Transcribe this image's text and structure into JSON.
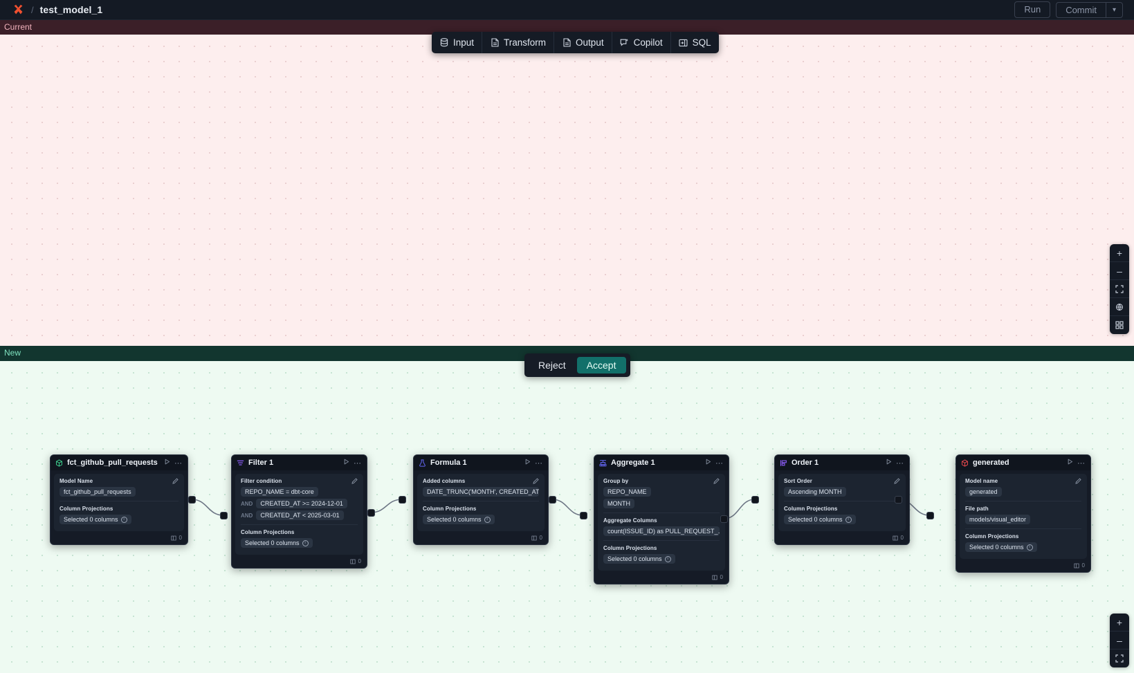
{
  "topbar": {
    "logo_icon": "app-logo-x-icon",
    "separator": "/",
    "title": "test_model_1",
    "run_label": "Run",
    "commit_label": "Commit",
    "commit_caret_icon": "chevron-down-icon"
  },
  "toolbar": {
    "items": [
      {
        "label": "Input",
        "icon": "database-icon"
      },
      {
        "label": "Transform",
        "icon": "document-icon"
      },
      {
        "label": "Output",
        "icon": "document-icon"
      },
      {
        "label": "Copilot",
        "icon": "sparkle-chat-icon"
      },
      {
        "label": "SQL",
        "icon": "sql-panel-icon"
      }
    ]
  },
  "panes": {
    "current": {
      "label": "Current",
      "band_color": "#3b1f28",
      "canvas_color": "#fdeeee"
    },
    "new": {
      "label": "New",
      "band_color": "#12362f",
      "canvas_color": "#eefaf2"
    }
  },
  "decision": {
    "reject_label": "Reject",
    "accept_label": "Accept",
    "accept_color": "#12706a"
  },
  "zoom_controls": {
    "top": [
      {
        "icon": "plus-icon",
        "glyph": "+"
      },
      {
        "icon": "minus-icon",
        "glyph": "–"
      },
      {
        "icon": "fit-view-icon",
        "glyph": "⛶"
      },
      {
        "icon": "lock-globe-icon",
        "glyph": "◍"
      },
      {
        "icon": "grid-icon",
        "glyph": "▦"
      }
    ],
    "bottom": [
      {
        "icon": "plus-icon",
        "glyph": "+"
      },
      {
        "icon": "minus-icon",
        "glyph": "–"
      },
      {
        "icon": "fit-view-icon",
        "glyph": "⛶"
      }
    ]
  },
  "graph": {
    "nodes": [
      {
        "id": "source",
        "title": "fct_github_pull_requests",
        "icon": "cube-green-icon",
        "icon_color": "#3ecf8e",
        "run_icon": "play-icon",
        "more_icon": "ellipsis-icon",
        "footer_count": "0",
        "footer_icon": "columns-icon",
        "sections": [
          {
            "label": "Model Name",
            "editable": true,
            "rows": [
              {
                "chips": [
                  {
                    "text": "fct_github_pull_requests"
                  }
                ]
              }
            ]
          },
          {
            "label": "Column Projections",
            "editable": false,
            "rows": [
              {
                "chips": [
                  {
                    "text": "Selected 0 columns",
                    "info": true
                  }
                ]
              }
            ]
          }
        ]
      },
      {
        "id": "filter",
        "title": "Filter 1",
        "icon": "filter-icon",
        "icon_color": "#8b5cf6",
        "run_icon": "play-icon",
        "more_icon": "ellipsis-icon",
        "footer_count": "0",
        "footer_icon": "columns-icon",
        "sections": [
          {
            "label": "Filter condition",
            "editable": true,
            "rows": [
              {
                "chips": [
                  {
                    "text": "REPO_NAME = dbt-core"
                  }
                ]
              },
              {
                "conj": "AND",
                "chips": [
                  {
                    "text": "CREATED_AT >= 2024-12-01"
                  }
                ]
              },
              {
                "conj": "AND",
                "chips": [
                  {
                    "text": "CREATED_AT < 2025-03-01"
                  }
                ]
              }
            ]
          },
          {
            "label": "Column Projections",
            "editable": false,
            "rows": [
              {
                "chips": [
                  {
                    "text": "Selected 0 columns",
                    "info": true
                  }
                ]
              }
            ]
          }
        ]
      },
      {
        "id": "formula",
        "title": "Formula 1",
        "icon": "flask-icon",
        "icon_color": "#6366f1",
        "run_icon": "play-icon",
        "more_icon": "ellipsis-icon",
        "footer_count": "0",
        "footer_icon": "columns-icon",
        "sections": [
          {
            "label": "Added columns",
            "editable": true,
            "rows": [
              {
                "chips": [
                  {
                    "text": "DATE_TRUNC('MONTH', CREATED_AT…"
                  }
                ]
              }
            ]
          },
          {
            "label": "Column Projections",
            "editable": false,
            "rows": [
              {
                "chips": [
                  {
                    "text": "Selected 0 columns",
                    "info": true
                  }
                ]
              }
            ]
          }
        ]
      },
      {
        "id": "aggregate",
        "title": "Aggregate 1",
        "icon": "aggregate-icon",
        "icon_color": "#6366f1",
        "run_icon": "play-icon",
        "more_icon": "ellipsis-icon",
        "footer_count": "0",
        "footer_icon": "columns-icon",
        "sections": [
          {
            "label": "Group by",
            "editable": true,
            "rows": [
              {
                "chips": [
                  {
                    "text": "REPO_NAME"
                  }
                ]
              },
              {
                "chips": [
                  {
                    "text": "MONTH"
                  }
                ]
              }
            ]
          },
          {
            "label": "Aggregate Columns",
            "editable": false,
            "rows": [
              {
                "chips": [
                  {
                    "text": "count(ISSUE_ID) as PULL_REQUEST_…"
                  }
                ]
              }
            ]
          },
          {
            "label": "Column Projections",
            "editable": false,
            "rows": [
              {
                "chips": [
                  {
                    "text": "Selected 0 columns",
                    "info": true
                  }
                ]
              }
            ]
          }
        ]
      },
      {
        "id": "order",
        "title": "Order 1",
        "icon": "sort-icon",
        "icon_color": "#8b5cf6",
        "run_icon": "play-icon",
        "more_icon": "ellipsis-icon",
        "footer_count": "0",
        "footer_icon": "columns-icon",
        "sections": [
          {
            "label": "Sort Order",
            "editable": true,
            "rows": [
              {
                "chips": [
                  {
                    "text": "Ascending MONTH"
                  }
                ]
              }
            ]
          },
          {
            "label": "Column Projections",
            "editable": false,
            "rows": [
              {
                "chips": [
                  {
                    "text": "Selected 0 columns",
                    "info": true
                  }
                ]
              }
            ]
          }
        ]
      },
      {
        "id": "generated",
        "title": "generated",
        "icon": "cube-red-icon",
        "icon_color": "#e5484d",
        "run_icon": "play-icon",
        "more_icon": "ellipsis-icon",
        "footer_count": "0",
        "footer_icon": "columns-icon",
        "sections": [
          {
            "label": "Model name",
            "editable": true,
            "rows": [
              {
                "chips": [
                  {
                    "text": "generated"
                  }
                ]
              }
            ]
          },
          {
            "label": "File path",
            "editable": false,
            "rows": [
              {
                "chips": [
                  {
                    "text": "models/visual_editor"
                  }
                ]
              }
            ]
          },
          {
            "label": "Column Projections",
            "editable": false,
            "rows": [
              {
                "chips": [
                  {
                    "text": "Selected 0 columns",
                    "info": true
                  }
                ]
              }
            ]
          }
        ]
      }
    ]
  }
}
